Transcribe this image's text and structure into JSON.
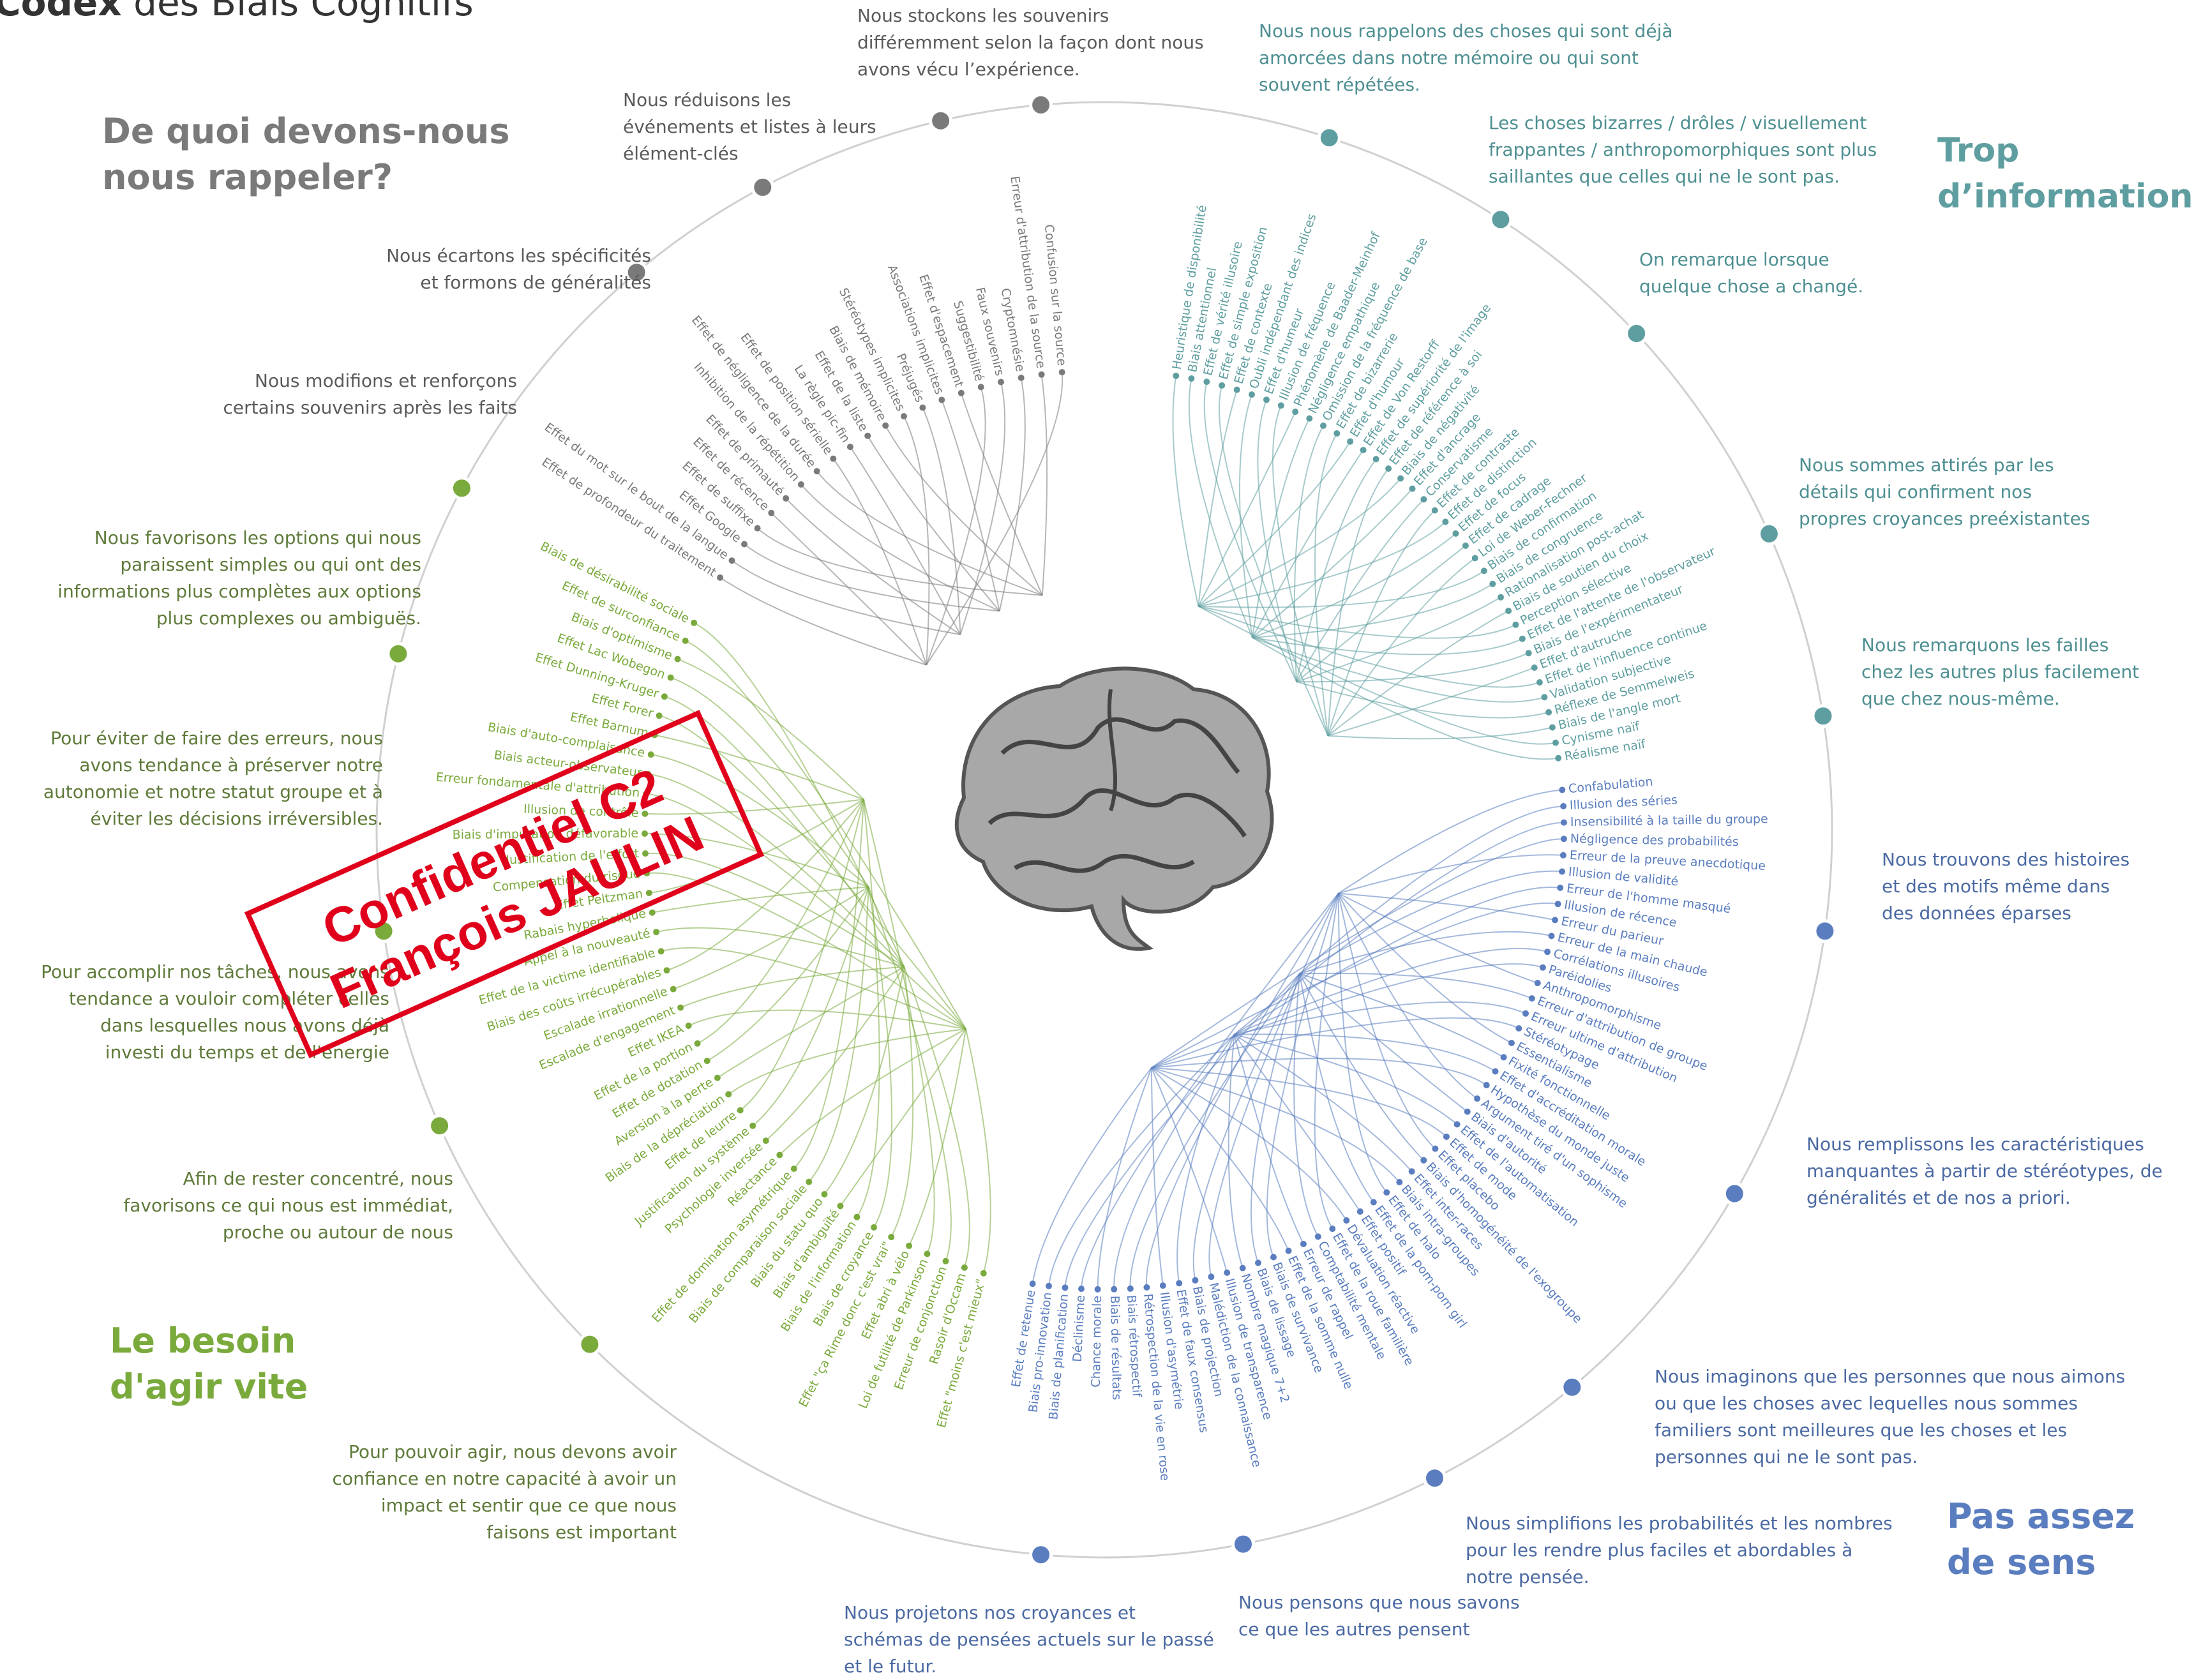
{
  "header": {
    "title_bold": "Codex",
    "title_rest": " des Biais Cognitifs"
  },
  "colors": {
    "gray": "#7a7a7a",
    "teal": "#5f9ea0",
    "blue": "#5a7dbf",
    "green": "#7aaa3c",
    "stamp": "#e0001b"
  },
  "categories": [
    {
      "id": "memory",
      "label": "De quoi devons-nous\nnous rappeler?",
      "color": "gray"
    },
    {
      "id": "too-much",
      "label": "Trop\nd’information",
      "color": "teal"
    },
    {
      "id": "meaning",
      "label": "Pas assez\nde sens",
      "color": "blue"
    },
    {
      "id": "act-fast",
      "label": "Le besoin\nd'agir vite",
      "color": "green"
    }
  ],
  "subgroups": [
    {
      "text": "Nous stockons les souvenirs\ndifféremment selon la façon dont nous\navons vécu l’expérience.",
      "color": "gray"
    },
    {
      "text": "Nous nous rappelons des choses qui sont déjà\namorcées dans notre mémoire ou qui sont\nsouvent répétées.",
      "color": "teal"
    },
    {
      "text": "Nous réduisons les\névénements et listes à leurs\nélément-clés",
      "color": "gray"
    },
    {
      "text": "Les choses bizarres / drôles / visuellement\nfrappantes / anthropomorphiques sont plus\nsaillantes que celles qui ne le sont pas.",
      "color": "teal"
    },
    {
      "text": "Nous écartons les spécificités\net formons de généralités",
      "color": "gray"
    },
    {
      "text": "On remarque lorsque\nquelque chose a changé.",
      "color": "teal"
    },
    {
      "text": "Nous modifions et renforçons\ncertains souvenirs après les faits",
      "color": "gray"
    },
    {
      "text": "Nous sommes attirés par les\ndétails qui confirment nos\npropres croyances preéxistantes",
      "color": "teal"
    },
    {
      "text": "Nous favorisons les options qui nous\nparaissent simples ou qui ont des\ninformations plus complètes aux options\nplus complexes ou ambiguës.",
      "color": "green"
    },
    {
      "text": "Nous remarquons les failles\nchez les autres plus facilement\nque chez nous-même.",
      "color": "teal"
    },
    {
      "text": "Pour éviter de faire des erreurs, nous\navons tendance à préserver notre\nautonomie et notre statut groupe et à\néviter les décisions irréversibles.",
      "color": "green"
    },
    {
      "text": "Nous trouvons des histoires\net des motifs même dans\ndes données éparses",
      "color": "blue"
    },
    {
      "text": "Pour accomplir nos tâches, nous avons\ntendance a vouloir compléter celles\ndans lesquelles nous avons déjà\ninvesti du temps et de l'énergie",
      "color": "green"
    },
    {
      "text": "Nous remplissons les caractéristiques\nmanquantes à partir de stéréotypes, de\ngénéralités et de nos a priori.",
      "color": "blue"
    },
    {
      "text": "Afin de rester concentré, nous\nfavorisons ce qui nous est immédiat,\nproche ou autour de nous",
      "color": "green"
    },
    {
      "text": "Nous imaginons que les personnes que nous aimons\nou que les choses avec lequelles nous sommes\nfamiliers sont meilleures que les choses et les\npersonnes qui ne le sont pas.",
      "color": "blue"
    },
    {
      "text": "Pour pouvoir agir, nous devons avoir\nconfiance en notre capacité à avoir un\nimpact et sentir que ce que nous\nfaisons est important",
      "color": "green"
    },
    {
      "text": "Nous simplifions les probabilités et les nombres\npour les rendre plus faciles et abordables à\nnotre pensée.",
      "color": "blue"
    },
    {
      "text": "Nous projetons nos croyances et\nschémas de pensées actuels sur le passé\net le futur.",
      "color": "blue"
    },
    {
      "text": "Nous pensons que nous savons\nce que les autres pensent",
      "color": "blue"
    }
  ],
  "biases": {
    "teal": [
      "Heuristique de disponibilité",
      "Biais attentionnel",
      "Effet de vérité illusoire",
      "Effet de simple exposition",
      "Effet de contexte",
      "Oubli indépendant des indices",
      "Effet d'humeur",
      "Illusion de fréquence",
      "Phénomène de Baader-Meinhof",
      "Négligence empathique",
      "Omission de la fréquence de base",
      "Effet de bizarrerie",
      "Effet d'humour",
      "Effet de Von Restorff",
      "Effet de supériorité de l'image",
      "Effet de référence à soi",
      "Biais de négativité",
      "Effet d'ancrage",
      "Conservatisme",
      "Effet de contraste",
      "Effet de distinction",
      "Effet de focus",
      "Effet de cadrage",
      "Loi de Weber-Fechner",
      "Biais de confirmation",
      "Biais de congruence",
      "Rationalisation post-achat",
      "Biais de soutien du choix",
      "Perception sélective",
      "Effet de l'attente de l'observateur",
      "Biais de l'expérimentateur",
      "Effet d'autruche",
      "Effet de l'influence continue",
      "Validation subjective",
      "Réflexe de Semmelweis",
      "Biais de l'angle mort",
      "Cynisme naïf",
      "Réalisme naïf"
    ],
    "blue": [
      "Confabulation",
      "Illusion des séries",
      "Insensibilité à la taille du groupe",
      "Négligence des probabilités",
      "Erreur de la preuve anecdotique",
      "Illusion de validité",
      "Erreur de l'homme masqué",
      "Illusion de récence",
      "Erreur du parieur",
      "Erreur de la main chaude",
      "Corrélations illusoires",
      "Paréidolies",
      "Anthropomorphisme",
      "Erreur d'attribution de groupe",
      "Erreur ultime d'attribution",
      "Stéréotypage",
      "Essentialisme",
      "Fixité fonctionnelle",
      "Effet d'accréditation morale",
      "Hypothèse du monde juste",
      "Argument tiré d'un sophisme",
      "Biais d'autorité",
      "Effet de l'automatisation",
      "Effet de mode",
      "Effet placebo",
      "Biais d'homogénéité de l'exogroupe",
      "Effet inter-races",
      "Biais intra-groupes",
      "Effet de halo",
      "Effet de la pom-pom girl",
      "Effet positif",
      "Dévaluation réactive",
      "Effet de la roue familière",
      "Comptabilité mentale",
      "Erreur de rappel",
      "Effet de la somme nulle",
      "Biais de survivance",
      "Biais de lissage",
      "Nombre magique 7+2",
      "Illusion de transparence",
      "Malédiction de la connaissance",
      "Biais de projection",
      "Effet de faux consensus",
      "Illusion d'asymétrie",
      "Rétrospection de la vie en rose",
      "Biais rétrospectif",
      "Biais de résultats",
      "Chance morale",
      "Déclinisme",
      "Biais de planification",
      "Biais pro-innovation",
      "Effet de retenue"
    ],
    "green": [
      "Effet \"moins c'est mieux\"",
      "Rasoir d'Occam",
      "Erreur de conjonction",
      "Loi de futilité de Parkinson",
      "Effet abri à vélo",
      "Effet \"ça Rime donc c'est vrai\"",
      "Biais de croyance",
      "Biais de l'information",
      "Biais d'ambiguïté",
      "Biais du statu quo",
      "Biais de comparaison sociale",
      "Effet de domination asymétrique",
      "Réactance",
      "Psychologie inversée",
      "Justification du système",
      "Effet de leurre",
      "Biais de la dépréciation",
      "Aversion à la perte",
      "Effet de dotation",
      "Effet de la portion",
      "Effet IKEA",
      "Escalade d'engagement",
      "Escalade irrationnelle",
      "Biais des coûts irrécupérables",
      "Effet de la victime identifiable",
      "Appel à la nouveauté",
      "Rabais hyperbolique",
      "Effet Peltzman",
      "Compensation du risque",
      "Justification de l'effort",
      "Biais d'imputation défavorable",
      "Illusion de contrôle",
      "Erreur fondamentale d'attribution",
      "Biais acteur-observateur",
      "Biais d'auto-complaisance",
      "Effet Barnum",
      "Effet Forer",
      "Effet Dunning-Kruger",
      "Effet Lac Wobegon",
      "Biais d'optimisme",
      "Effet de surconfiance",
      "Biais de désirabilité sociale"
    ],
    "gray": [
      "Effet de profondeur du traitement",
      "Effet du mot sur le bout de la langue",
      "Effet Google",
      "Effet de suffixe",
      "Effet de récence",
      "Effet de primauté",
      "Inhibition de la répétition",
      "Effet de négligence de la durée",
      "Effet de position sérielle",
      "La règle pic-fin",
      "Effet de la liste",
      "Biais de mémoire",
      "Stéréotypes implicites",
      "Préjugés",
      "Associations implicites",
      "Effet d'espacement",
      "Suggestibilité",
      "Faux souvenirs",
      "Cryptomnésie",
      "Erreur d'attribution de la source",
      "Confusion sur la source"
    ]
  },
  "stamp": {
    "line1": "Confidentiel C2",
    "line2": "François JAULIN"
  }
}
